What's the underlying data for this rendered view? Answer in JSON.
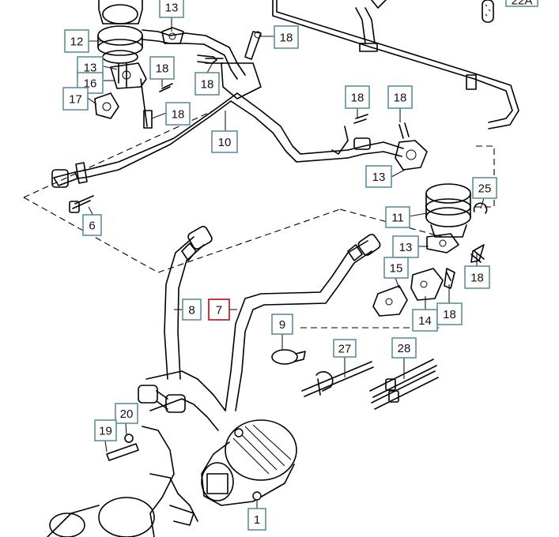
{
  "diagram": {
    "highlighted_callout": "7",
    "callouts": [
      {
        "id": "c-22a",
        "label": "22A"
      },
      {
        "id": "c-13a",
        "label": "13"
      },
      {
        "id": "c-12",
        "label": "12"
      },
      {
        "id": "c-18a",
        "label": "18"
      },
      {
        "id": "c-13b",
        "label": "13"
      },
      {
        "id": "c-16",
        "label": "16"
      },
      {
        "id": "c-18b",
        "label": "18"
      },
      {
        "id": "c-18c",
        "label": "18"
      },
      {
        "id": "c-17",
        "label": "17"
      },
      {
        "id": "c-18d",
        "label": "18"
      },
      {
        "id": "c-18e",
        "label": "18"
      },
      {
        "id": "c-18f",
        "label": "18"
      },
      {
        "id": "c-10",
        "label": "10"
      },
      {
        "id": "c-13c",
        "label": "13"
      },
      {
        "id": "c-25",
        "label": "25"
      },
      {
        "id": "c-6",
        "label": "6"
      },
      {
        "id": "c-11",
        "label": "11"
      },
      {
        "id": "c-13d",
        "label": "13"
      },
      {
        "id": "c-15",
        "label": "15"
      },
      {
        "id": "c-18g",
        "label": "18"
      },
      {
        "id": "c-8",
        "label": "8"
      },
      {
        "id": "c-7",
        "label": "7"
      },
      {
        "id": "c-14",
        "label": "14"
      },
      {
        "id": "c-18h",
        "label": "18"
      },
      {
        "id": "c-9",
        "label": "9"
      },
      {
        "id": "c-27",
        "label": "27"
      },
      {
        "id": "c-28",
        "label": "28"
      },
      {
        "id": "c-20",
        "label": "20"
      },
      {
        "id": "c-19",
        "label": "19"
      },
      {
        "id": "c-1",
        "label": "1"
      }
    ]
  }
}
